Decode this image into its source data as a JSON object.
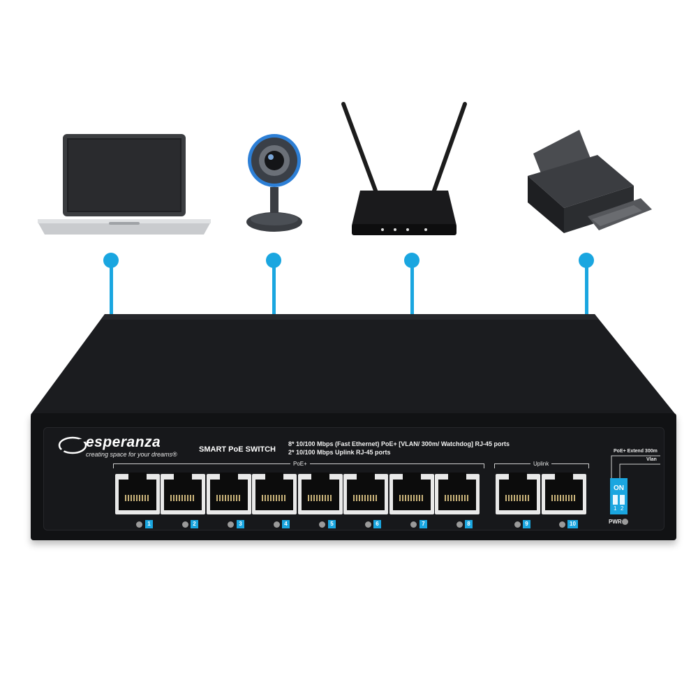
{
  "devices": [
    {
      "name": "laptop-icon"
    },
    {
      "name": "webcam-icon"
    },
    {
      "name": "router-icon"
    },
    {
      "name": "printer-icon"
    }
  ],
  "switch": {
    "brand": "esperanza",
    "tagline": "creating space for your dreams®",
    "model": "SMART PoE SWITCH",
    "spec_line1": "8* 10/100 Mbps (Fast Ethernet) PoE+ [VLAN/ 300m/ Watchdog] RJ-45 ports",
    "spec_line2": "2* 10/100 Mbps Uplink RJ-45 ports",
    "poe_group_label": "PoE+",
    "uplink_group_label": "Uplink",
    "ports": [
      "1",
      "2",
      "3",
      "4",
      "5",
      "6",
      "7",
      "8",
      "9",
      "10"
    ],
    "dip_label_top": "PoE+ Extend 300m",
    "dip_label_bottom": "Vlan",
    "dip_on": "ON",
    "dip_1": "1",
    "dip_2": "2",
    "pwr_label": "PWR"
  },
  "colors": {
    "accent": "#1aa6e0",
    "switch_body": "#111214",
    "panel": "#17181b"
  }
}
